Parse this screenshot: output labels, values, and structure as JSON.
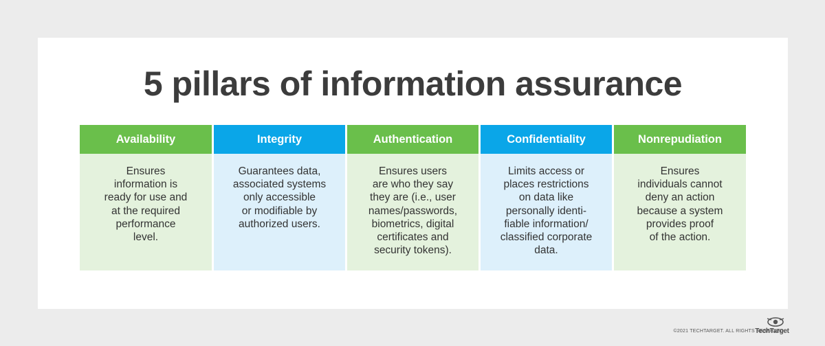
{
  "title": "5 pillars of information assurance",
  "pillars": [
    {
      "heading": "Availability",
      "color": "green",
      "lines": [
        "Ensures",
        "information is",
        "ready for use and",
        "at the required",
        "performance",
        "level."
      ]
    },
    {
      "heading": "Integrity",
      "color": "blue",
      "lines": [
        "Guarantees data,",
        "associated systems",
        "only accessible",
        "or modifiable by",
        "authorized users."
      ]
    },
    {
      "heading": "Authentication",
      "color": "green",
      "lines": [
        "Ensures users",
        "are who they say",
        "they are (i.e., user",
        "names/passwords,",
        "biometrics, digital",
        "certificates and",
        "security tokens)."
      ]
    },
    {
      "heading": "Confidentiality",
      "color": "blue",
      "lines": [
        "Limits access or",
        "places restrictions",
        "on data like",
        "personally identi-",
        "fiable information/",
        "classified corporate",
        "data."
      ]
    },
    {
      "heading": "Nonrepudiation",
      "color": "green",
      "lines": [
        "Ensures",
        "individuals cannot",
        "deny an action",
        "because a system",
        "provides proof",
        "of the action."
      ]
    }
  ],
  "colors": {
    "green_header": "#6abf4b",
    "green_body": "#e4f2dd",
    "blue_header": "#0aa6e8",
    "blue_body": "#ddf0fb"
  },
  "footer": {
    "copyright": "©2021 TECHTARGET. ALL RIGHTS RESERVED",
    "logo_text": "TechTarget",
    "logo_icon": "eye-icon"
  }
}
